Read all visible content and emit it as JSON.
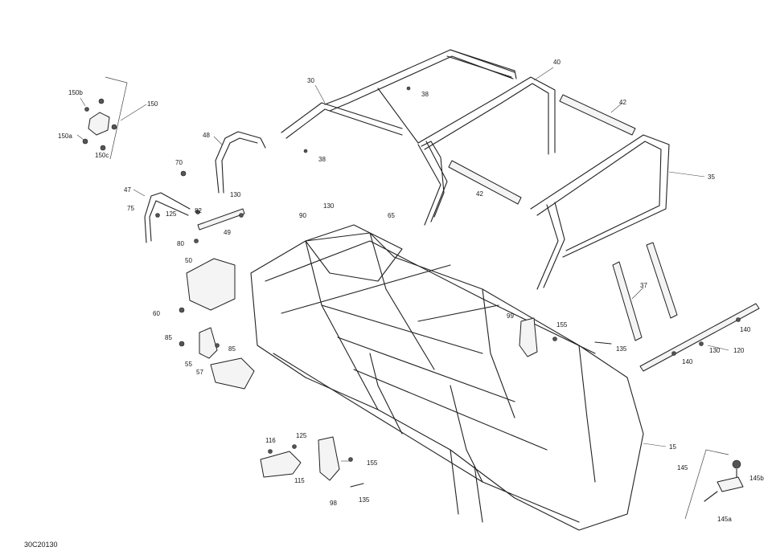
{
  "diagram": {
    "document_code": "30C20130",
    "callouts": [
      {
        "id": "c-150b",
        "text": "150b"
      },
      {
        "id": "c-150",
        "text": "150"
      },
      {
        "id": "c-150a",
        "text": "150a"
      },
      {
        "id": "c-150c",
        "text": "150c"
      },
      {
        "id": "c-30",
        "text": "30"
      },
      {
        "id": "c-38a",
        "text": "38"
      },
      {
        "id": "c-38b",
        "text": "38"
      },
      {
        "id": "c-40",
        "text": "40"
      },
      {
        "id": "c-42a",
        "text": "42"
      },
      {
        "id": "c-42b",
        "text": "42"
      },
      {
        "id": "c-35",
        "text": "35"
      },
      {
        "id": "c-48",
        "text": "48"
      },
      {
        "id": "c-70",
        "text": "70"
      },
      {
        "id": "c-47",
        "text": "47"
      },
      {
        "id": "c-75",
        "text": "75"
      },
      {
        "id": "c-125a",
        "text": "125"
      },
      {
        "id": "c-82",
        "text": "82"
      },
      {
        "id": "c-130a",
        "text": "130"
      },
      {
        "id": "c-90",
        "text": "90"
      },
      {
        "id": "c-130b",
        "text": "130"
      },
      {
        "id": "c-65",
        "text": "65"
      },
      {
        "id": "c-49",
        "text": "49"
      },
      {
        "id": "c-80",
        "text": "80"
      },
      {
        "id": "c-50",
        "text": "50"
      },
      {
        "id": "c-60",
        "text": "60"
      },
      {
        "id": "c-85a",
        "text": "85"
      },
      {
        "id": "c-85b",
        "text": "85"
      },
      {
        "id": "c-55",
        "text": "55"
      },
      {
        "id": "c-57",
        "text": "57"
      },
      {
        "id": "c-37",
        "text": "37"
      },
      {
        "id": "c-99",
        "text": "99"
      },
      {
        "id": "c-155a",
        "text": "155"
      },
      {
        "id": "c-135a",
        "text": "135"
      },
      {
        "id": "c-140a",
        "text": "140"
      },
      {
        "id": "c-130c",
        "text": "130"
      },
      {
        "id": "c-120",
        "text": "120"
      },
      {
        "id": "c-140b",
        "text": "140"
      },
      {
        "id": "c-15",
        "text": "15"
      },
      {
        "id": "c-116",
        "text": "116"
      },
      {
        "id": "c-125b",
        "text": "125"
      },
      {
        "id": "c-115",
        "text": "115"
      },
      {
        "id": "c-155b",
        "text": "155"
      },
      {
        "id": "c-98",
        "text": "98"
      },
      {
        "id": "c-135b",
        "text": "135"
      },
      {
        "id": "c-145",
        "text": "145"
      },
      {
        "id": "c-145b",
        "text": "145b"
      },
      {
        "id": "c-145a",
        "text": "145a"
      }
    ]
  }
}
